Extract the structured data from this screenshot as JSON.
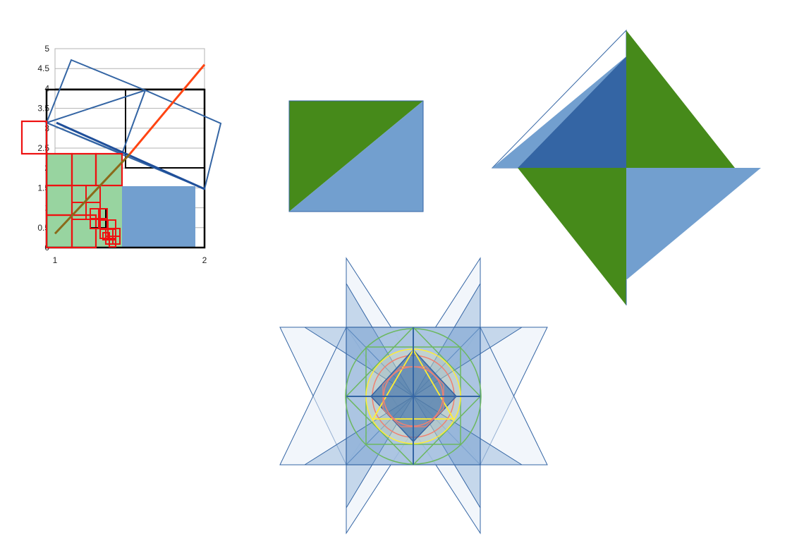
{
  "colors": {
    "green": "#468a1a",
    "blue_light": "#729fcf",
    "blue_dark": "#3465a4",
    "blue_line": "#3465a4",
    "grid_green": "#98d4a0",
    "red": "#ee1111",
    "orange": "#ff4412",
    "olive": "#8a6a1a",
    "black": "#000000",
    "circle_green": "#6cb860",
    "circle_salmon": "#f08070",
    "yellow": "#ffee33"
  },
  "chart_data": {
    "type": "line",
    "title": "",
    "xlabel": "",
    "ylabel": "",
    "xlim": [
      1,
      2
    ],
    "ylim": [
      0,
      5
    ],
    "x_tick_labels": [
      "1",
      "2"
    ],
    "y_tick_labels": [
      "0",
      "0.5",
      "1",
      "1.5",
      "2",
      "2.5",
      "3",
      "3.5",
      "4",
      "4.5",
      "5"
    ],
    "grid": true,
    "series": [
      {
        "color": "orange",
        "points": [
          [
            1.5,
            2.35
          ],
          [
            2.0,
            4.6
          ]
        ]
      },
      {
        "color": "olive",
        "points": [
          [
            1.0,
            0.35
          ],
          [
            1.5,
            2.35
          ]
        ]
      }
    ]
  }
}
